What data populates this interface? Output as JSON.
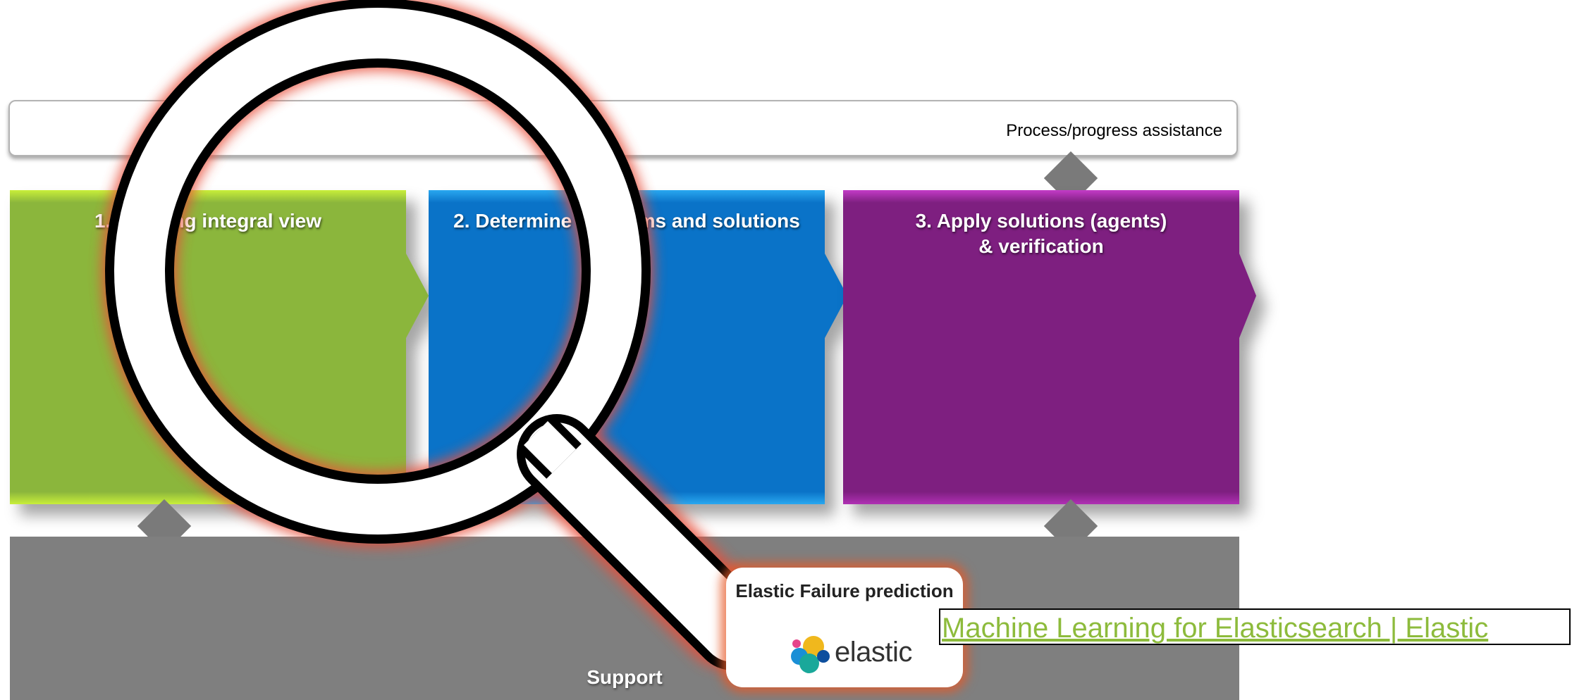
{
  "banner": {
    "label": "Process/progress assistance"
  },
  "steps": [
    {
      "title": "1. Creating integral view",
      "color": "#8bb63c"
    },
    {
      "title": "2. Determine problems and solutions",
      "color": "#0a73c8"
    },
    {
      "title": "3. Apply solutions (agents)\n& verification",
      "color": "#7e1f80"
    }
  ],
  "support": {
    "label": "Support",
    "color": "#7f7f7f"
  },
  "card": {
    "title": "Elastic Failure prediction",
    "logo_text": "elastic"
  },
  "link": {
    "text": "Machine Learning for Elasticsearch | Elastic",
    "color": "#8dbb3c"
  },
  "icons": {
    "magnifier": "magnifying-glass-icon",
    "logo": "elastic-logo-icon"
  }
}
